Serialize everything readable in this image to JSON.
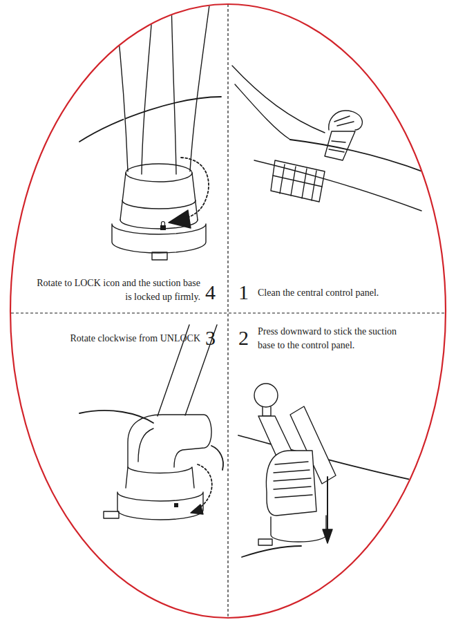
{
  "diagram": {
    "labels": [
      "4",
      "Rotate to LOCK icon and the suction base is locked up firmly.",
      "1",
      "Clean the central control panel.",
      "3",
      "Rotate clockwise from UNLOCK",
      "2",
      "Press downward to stick the suction base to the control panel."
    ]
  }
}
